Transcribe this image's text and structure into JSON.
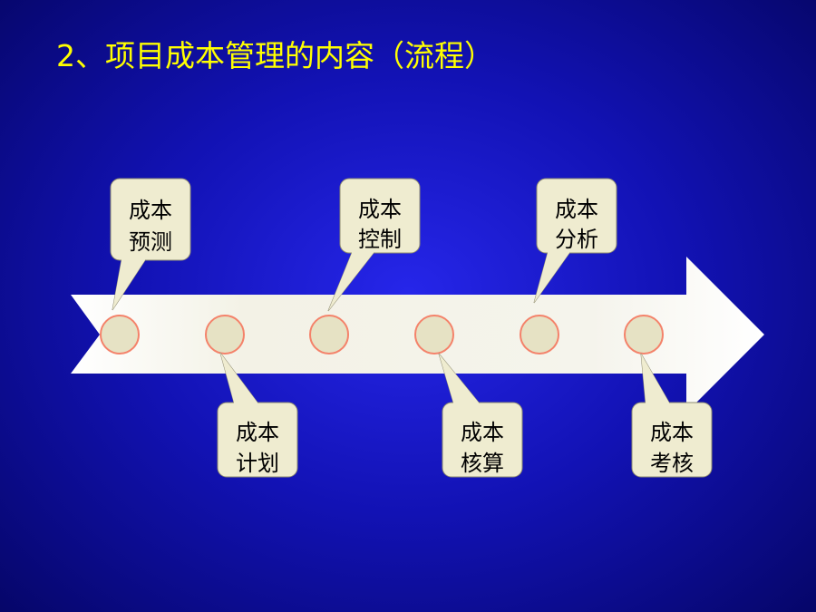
{
  "title": "2、项目成本管理的内容（流程）",
  "colors": {
    "title": "#ffff00",
    "background_center": "#2626ea",
    "background_edge": "#04045e",
    "arrow": "#ffffff",
    "callout_fill": "#efecd0",
    "circle_fill": "#e6e2c4",
    "circle_stroke": "#f4826a"
  },
  "callouts": [
    {
      "line1": "成本",
      "line2": "预测"
    },
    {
      "line1": "成本",
      "line2": "计划"
    },
    {
      "line1": "成本",
      "line2": "控制"
    },
    {
      "line1": "成本",
      "line2": "核算"
    },
    {
      "line1": "成本",
      "line2": "分析"
    },
    {
      "line1": "成本",
      "line2": "考核"
    }
  ]
}
